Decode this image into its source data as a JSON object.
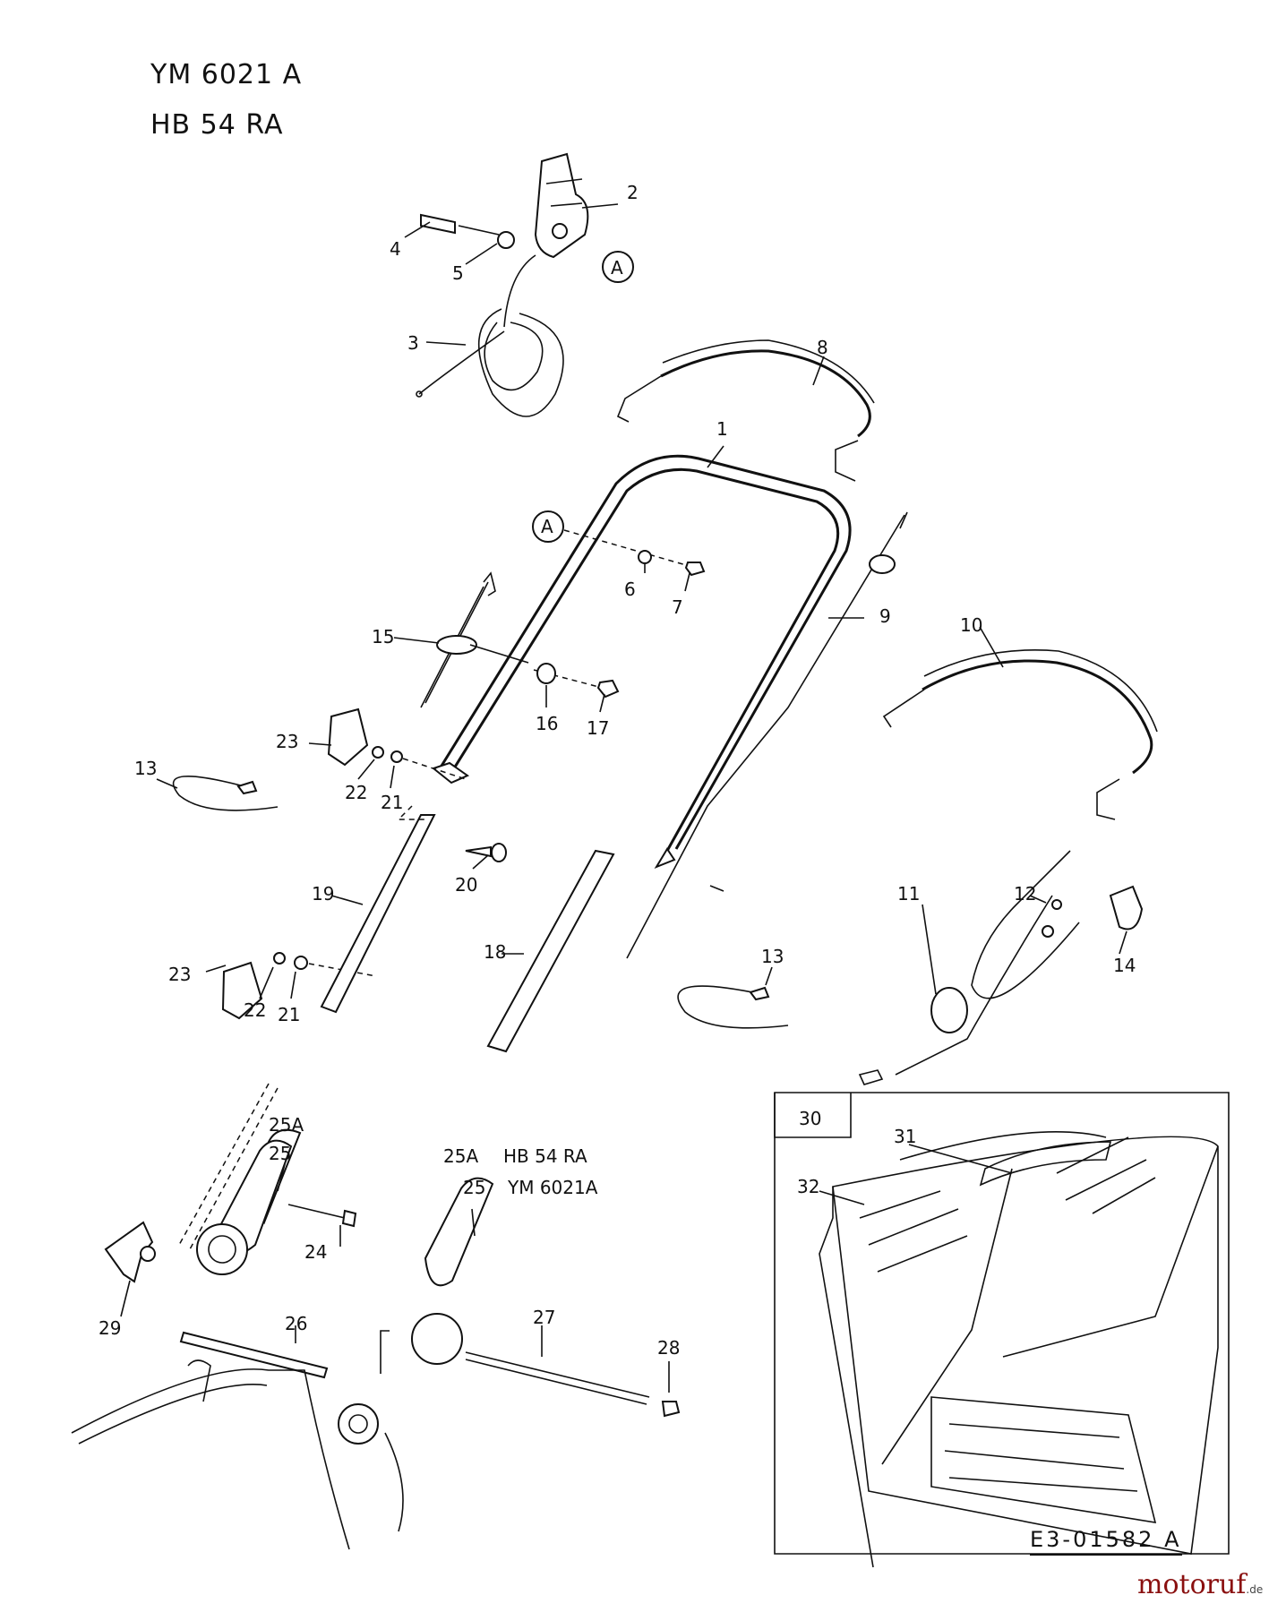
{
  "header": {
    "model_1": "YM 6021 A",
    "model_2": "HB 54 RA"
  },
  "variant_legend": {
    "line_1_code": "25A",
    "line_1_model": "HB 54 RA",
    "line_2_code": "25",
    "line_2_model": "YM 6021A"
  },
  "labels": {
    "p1": "1",
    "p2": "2",
    "p3": "3",
    "p4": "4",
    "p5": "5",
    "p6": "6",
    "p7": "7",
    "p8": "8",
    "p9": "9",
    "p10": "10",
    "p11": "11",
    "p12": "12",
    "p13a": "13",
    "p13b": "13",
    "p14": "14",
    "p15": "15",
    "p16": "16",
    "p17": "17",
    "p18": "18",
    "p19": "19",
    "p20": "20",
    "p21a": "21",
    "p21b": "21",
    "p22a": "22",
    "p22b": "22",
    "p23a": "23",
    "p23b": "23",
    "p24": "24",
    "p25": "25",
    "p25a": "25A",
    "p26": "26",
    "p27": "27",
    "p28": "28",
    "p29": "29",
    "p30": "30",
    "p31": "31",
    "p32": "32",
    "refA1": "A",
    "refA2": "A"
  },
  "footer": {
    "drawing_code": "E3-01582 A",
    "brand": "motoruf",
    "brand_suffix": ".de"
  },
  "colors": {
    "line": "#111111",
    "brand": "#8a1010"
  }
}
